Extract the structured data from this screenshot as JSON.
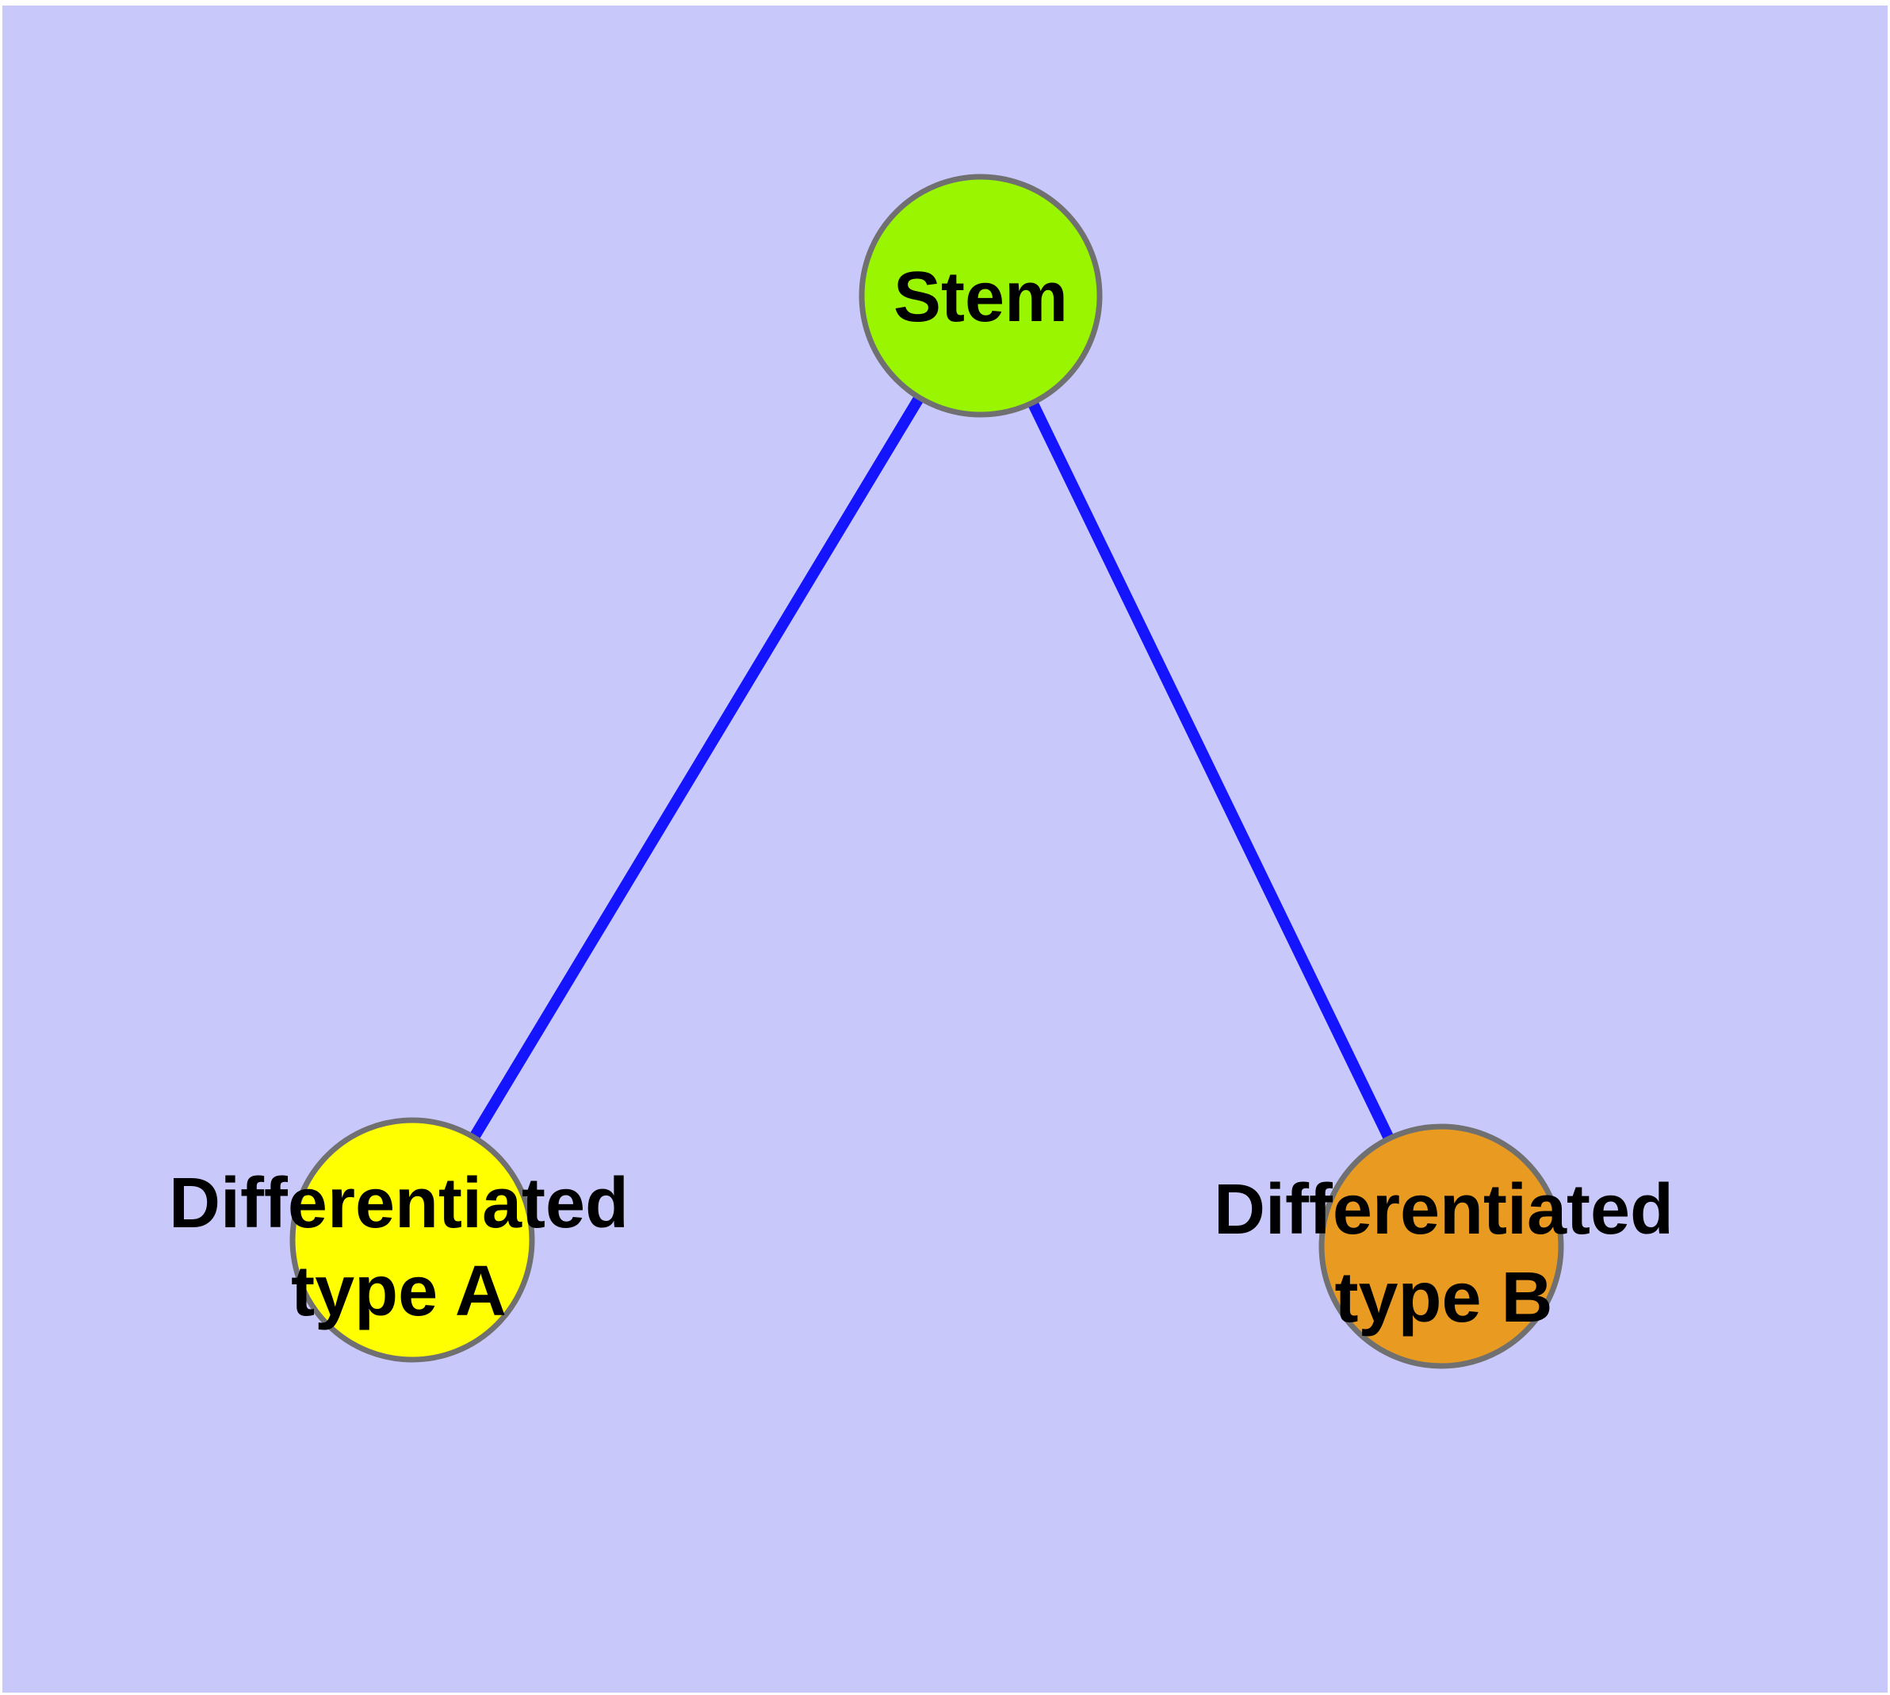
{
  "figure": {
    "description": "Stem cell differentiation graph with one parent node and two child nodes"
  },
  "colors": {
    "page_border": "#FFFFFF",
    "panel_background": "#C8C8FA",
    "edge": "#1414FF",
    "node_border": "#707070",
    "label_text": "#000000",
    "stem_fill": "#99F500",
    "type_a_fill": "#FFFF00",
    "type_b_fill": "#E89B20"
  },
  "nodes": {
    "stem": {
      "label": "Stem",
      "fill": "#99F500"
    },
    "type_a": {
      "label_line1": "Differentiated",
      "label_line2": "type A",
      "fill": "#FFFF00"
    },
    "type_b": {
      "label_line1": "Differentiated",
      "label_line2": "type B",
      "fill": "#E89B20"
    }
  },
  "edges": [
    {
      "from": "Stem",
      "to": "Differentiated type A"
    },
    {
      "from": "Stem",
      "to": "Differentiated type B"
    }
  ]
}
